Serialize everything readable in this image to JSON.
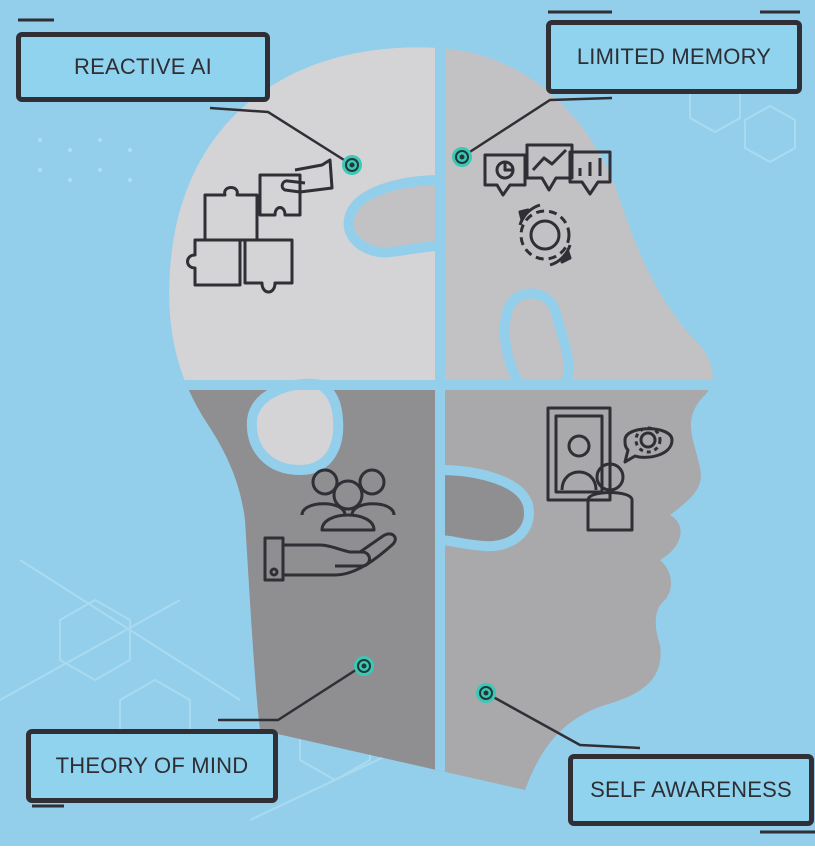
{
  "labels": {
    "reactive": "REACTIVE AI",
    "limited": "LIMITED MEMORY",
    "theory": "THEORY OF MIND",
    "self": "SELF AWARENESS"
  },
  "colors": {
    "background": "#93cfea",
    "piece_top_left": "#d4d4d6",
    "piece_top_right": "#c2c2c4",
    "piece_bottom_left": "#8f8e91",
    "piece_bottom_right": "#a9a9ab",
    "accent_dot": "#3cc8b4",
    "outline": "#2f2f35"
  },
  "icons": {
    "reactive": "puzzle-pieces-hand-icon",
    "limited": "analytics-speech-bubbles-gear-icon",
    "theory": "team-in-hand-icon",
    "self": "person-mirror-thought-gear-icon"
  }
}
